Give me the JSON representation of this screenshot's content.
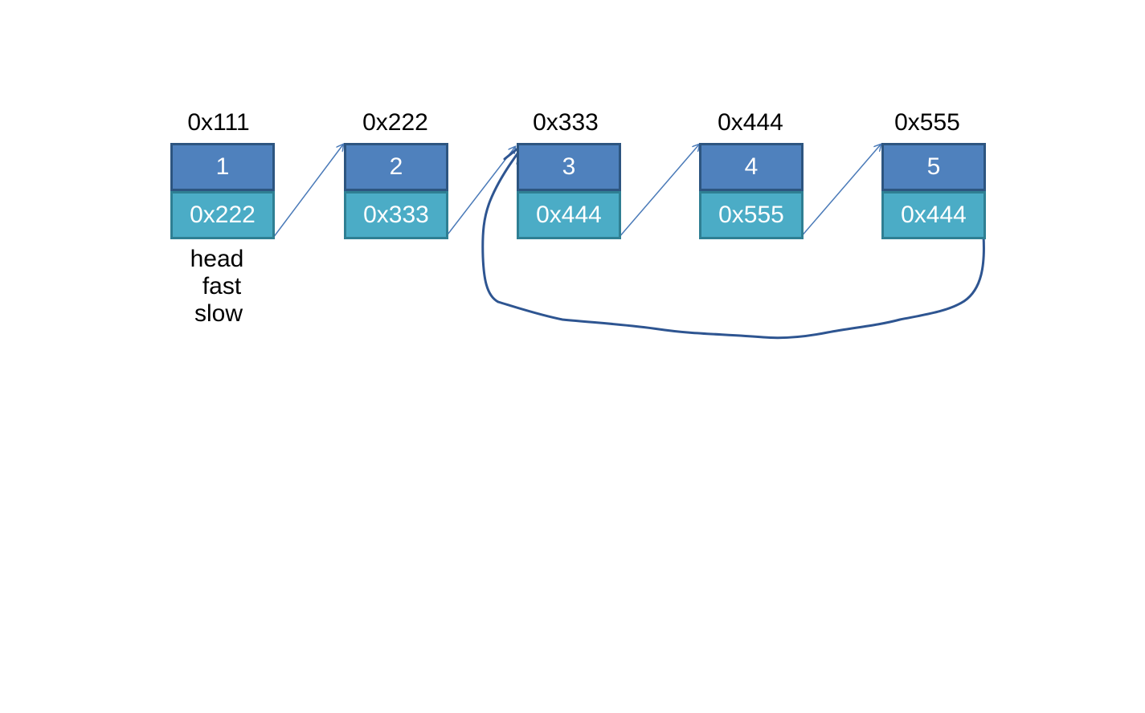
{
  "colors": {
    "value_fill": "#4f81bd",
    "value_border": "#2d5580",
    "next_fill": "#4bacc6",
    "next_border": "#2f7f93",
    "arrow": "#4a7ab8",
    "loop": "#2e5591"
  },
  "nodes": [
    {
      "address": "0x111",
      "value": "1",
      "next": "0x222"
    },
    {
      "address": "0x222",
      "value": "2",
      "next": "0x333"
    },
    {
      "address": "0x333",
      "value": "3",
      "next": "0x444"
    },
    {
      "address": "0x444",
      "value": "4",
      "next": "0x555"
    },
    {
      "address": "0x555",
      "value": "5",
      "next": "0x444"
    }
  ],
  "pointers": {
    "head": "head",
    "fast": "fast",
    "slow": "slow"
  }
}
